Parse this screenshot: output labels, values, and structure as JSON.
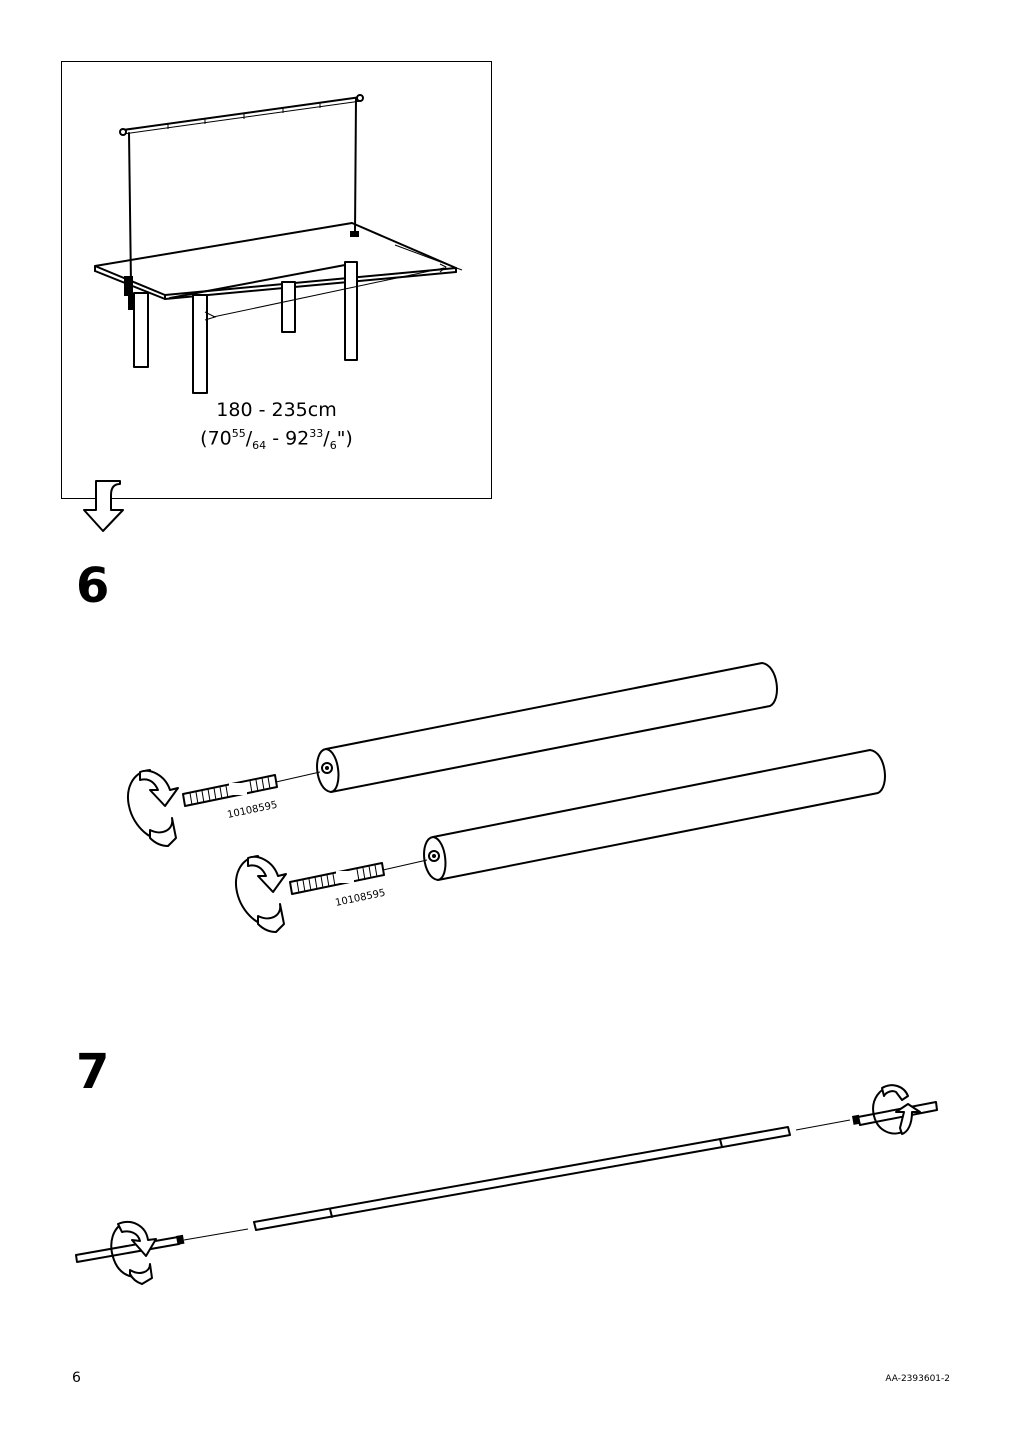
{
  "illustration": {
    "dimension_text": "180 - 235cm",
    "imperial": {
      "open": "(70",
      "sup1": "55",
      "sep1": "/",
      "sub1": "64",
      "mid": " - 92",
      "sup2": "33",
      "sep2": "/",
      "sub2": "6",
      "close": "\")"
    }
  },
  "steps": [
    {
      "number": "6",
      "part_label_a": "10108595",
      "part_label_b": "10108595"
    },
    {
      "number": "7"
    }
  ],
  "footer": {
    "page_number": "6",
    "document_code": "AA-2393601-2"
  }
}
